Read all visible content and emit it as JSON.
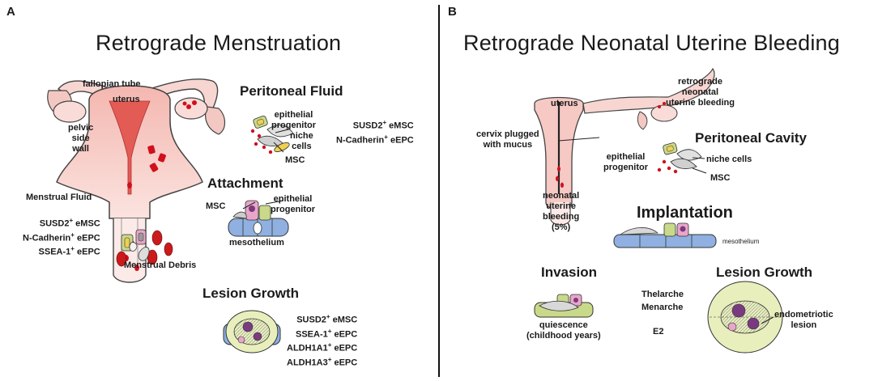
{
  "panel_a": {
    "letter": "A",
    "title": "Retrograde Menstruation",
    "labels": {
      "fallopian_tube": "fallopian tube",
      "uterus": "uterus",
      "pelvic_side_wall": "pelvic\nside\nwall",
      "menstrual_fluid": "Menstrual Fluid",
      "menstrual_debris": "Menstrual Debris"
    },
    "fluid_markers": [
      {
        "name": "SUSD2",
        "sup": "+",
        "suffix": " eMSC"
      },
      {
        "name": "N-Cadherin",
        "sup": "+",
        "suffix": " eEPC"
      },
      {
        "name": "SSEA-1",
        "sup": "+",
        "suffix": " eEPC"
      }
    ],
    "peritoneal_fluid": {
      "title": "Peritoneal Fluid",
      "epithelial_progenitor": "epithelial\nprogenitor",
      "niche_cells": "niche\ncells",
      "msc": "MSC",
      "markers": [
        {
          "name": "SUSD2",
          "sup": "+",
          "suffix": " eMSC"
        },
        {
          "name": "N-Cadherin",
          "sup": "+",
          "suffix": " eEPC"
        }
      ]
    },
    "attachment": {
      "title": "Attachment",
      "msc": "MSC",
      "epithelial_progenitor": "epithelial\nprogenitor",
      "mesothelium": "mesothelium"
    },
    "lesion_growth": {
      "title": "Lesion Growth",
      "markers": [
        {
          "name": "SUSD2",
          "sup": "+",
          "suffix": " eMSC"
        },
        {
          "name": "SSEA-1",
          "sup": "+",
          "suffix": " eEPC"
        },
        {
          "name": "ALDH1A1",
          "sup": "+",
          "suffix": " eEPC"
        },
        {
          "name": "ALDH1A3",
          "sup": "+",
          "suffix": " eEPC"
        }
      ]
    }
  },
  "panel_b": {
    "letter": "B",
    "title": "Retrograde Neonatal Uterine Bleeding",
    "labels": {
      "uterus": "uterus",
      "retrograde": "retrograde\nneonatal\nuterine bleeding",
      "cervix": "cervix plugged\nwith mucus",
      "neonatal_bleeding": "neonatal\nuterine\nbleeding\n(5%)"
    },
    "peritoneal_cavity": {
      "title": "Peritoneal Cavity",
      "epithelial_progenitor": "epithelial\nprogenitor",
      "niche_cells": "niche cells",
      "msc": "MSC"
    },
    "implantation": {
      "title": "Implantation",
      "mesothelium": "mesothelium"
    },
    "invasion": {
      "title": "Invasion",
      "quiescence": "quiescence\n(childhood years)"
    },
    "hormones": {
      "thelarche": "Thelarche",
      "menarche": "Menarche",
      "e2": "E2"
    },
    "lesion_growth": {
      "title": "Lesion Growth",
      "endometriotic_lesion": "endometriotic\nlesion"
    }
  },
  "colors": {
    "uterus_fill": "#f6c9c4",
    "uterus_inner": "#e8736a",
    "blood": "#d0101c",
    "mesothelium": "#8fb0e0",
    "cell_green": "#c9d98a",
    "cell_pink": "#e9a6c8",
    "outline": "#333333"
  }
}
